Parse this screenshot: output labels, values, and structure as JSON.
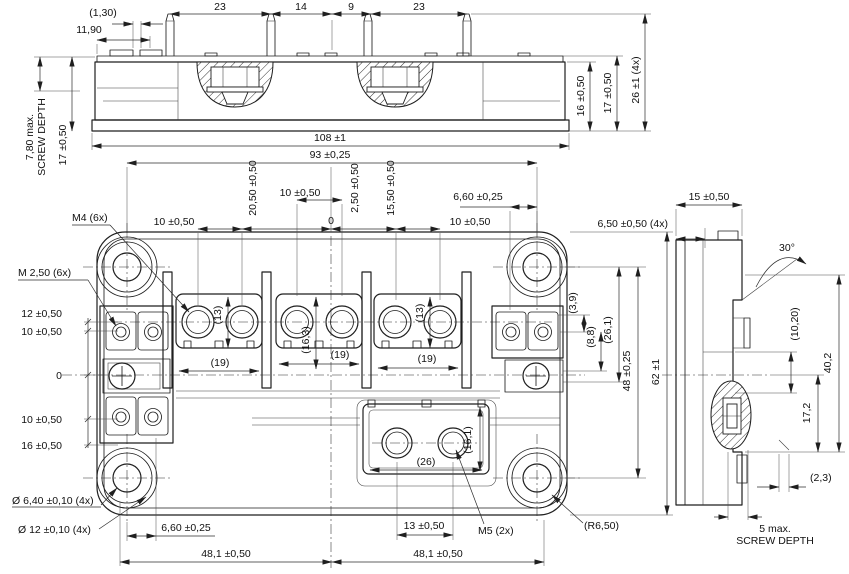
{
  "colors": {
    "ink": "#1f1f1f",
    "background": "#ffffff"
  },
  "front_view": {
    "dims": {
      "gap": "(1,30)",
      "offset": "11,90",
      "pitch1": "23",
      "pitch2": "14",
      "pitch3": "9",
      "pitch4": "23",
      "width": "108 ±1",
      "h16": "16 ±0,50",
      "h17": "17 ±0,50",
      "h26": "26 ±1 (4x)",
      "screw_depth": "7,80 max.",
      "screw_depth_label": "SCREW DEPTH",
      "left17": "17 ±0,50"
    }
  },
  "top_view": {
    "dims_top": {
      "span": "93 ±0,25",
      "p1": "10 ±0,50",
      "c1": "20,50 ±0,50",
      "p2": "10 ±0,50",
      "zero": "0",
      "c2": "2,50 ±0,50",
      "c3": "15,50 ±0,50",
      "p3": "10 ±0,50",
      "corner": "6,60 ±0,25"
    },
    "dims_left": [
      "12 ±0,50",
      "10 ±0,50",
      "0",
      "10 ±0,50",
      "16 ±0,50"
    ],
    "dims_right": {
      "a": "(3,9)",
      "b": "(8,8)",
      "c": "(26,1)",
      "holes": "48 ±0,25",
      "height": "62 ±1"
    },
    "dims_inner": {
      "g1w": "(19)",
      "g2w": "(19)",
      "g3w": "(19)",
      "g1h": "(13)",
      "g2h": "(16,3)",
      "g3h": "(13)",
      "m5w": "(26)",
      "m5h": "(16,1)"
    },
    "dims_bottom": {
      "corner": "6,60 ±0,25",
      "m5_pitch": "13 ±0,50",
      "left_half": "48,1 ±0,50",
      "right_half": "48,1 ±0,50"
    },
    "callouts": {
      "m4": "M4 (6x)",
      "m2_5": "M 2,50 (6x)",
      "m5": "M5 (2x)",
      "corner_radius": "(R6,50)",
      "hole_dia": "Ø 6,40 ±0,10 (4x)",
      "cbore_dia": "Ø 12 ±0,10 (4x)"
    }
  },
  "side_view": {
    "dims": {
      "width": "15 ±0,50",
      "pin_offset": "6,50 ±0,50 (4x)",
      "angle": "30°",
      "d1": "(10,20)",
      "d2": "40,2",
      "d3": "17,2",
      "d4": "(2,3)",
      "screw_depth": "5 max.",
      "screw_depth_label": "SCREW DEPTH"
    }
  }
}
